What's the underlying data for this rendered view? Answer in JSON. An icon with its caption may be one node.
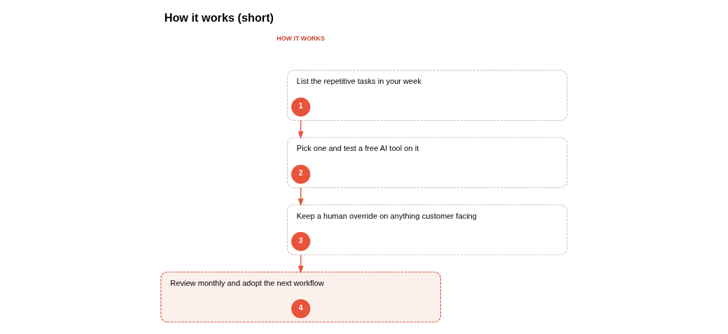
{
  "diagram": {
    "title": "How it works (short)",
    "nodes": [
      {
        "text": [
          "List the repetitive tasks in your week"
        ]
      },
      {
        "text": [
          "1"
        ],
        "in": 0
      },
      {
        "text": [
          "Pick one and test a free AI tool on it"
        ]
      },
      {
        "text": [
          "2"
        ],
        "in": 2
      },
      {
        "text": [
          "Keep a human override on anything customer facing"
        ]
      },
      {
        "text": [
          "3"
        ],
        "in": 4
      },
      {
        "text": [
          "Review monthly and adopt the next workflow"
        ]
      },
      {
        "text": [
          "4"
        ],
        "in": 6
      }
    ],
    "edges": [
      {
        "from": 0,
        "to": 2,
        "arrow": "to"
      },
      {
        "from": 2,
        "to": 4,
        "arrow": "to"
      },
      {
        "from": 4,
        "to": 6,
        "arrow": "to"
      }
    ],
    "labels": [
      "HOW IT WORKS"
    ]
  }
}
